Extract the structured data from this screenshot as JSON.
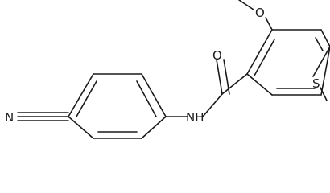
{
  "molecule": {
    "atom_labels": {
      "cyano_n": "N",
      "amide_nh": "NH",
      "carbonyl_o": "O",
      "methoxy_o": "O",
      "thioether_s": "S"
    }
  },
  "colors": {
    "bond": "#1a1a1a",
    "label": "#1a1a1a",
    "background": "#ffffff"
  }
}
